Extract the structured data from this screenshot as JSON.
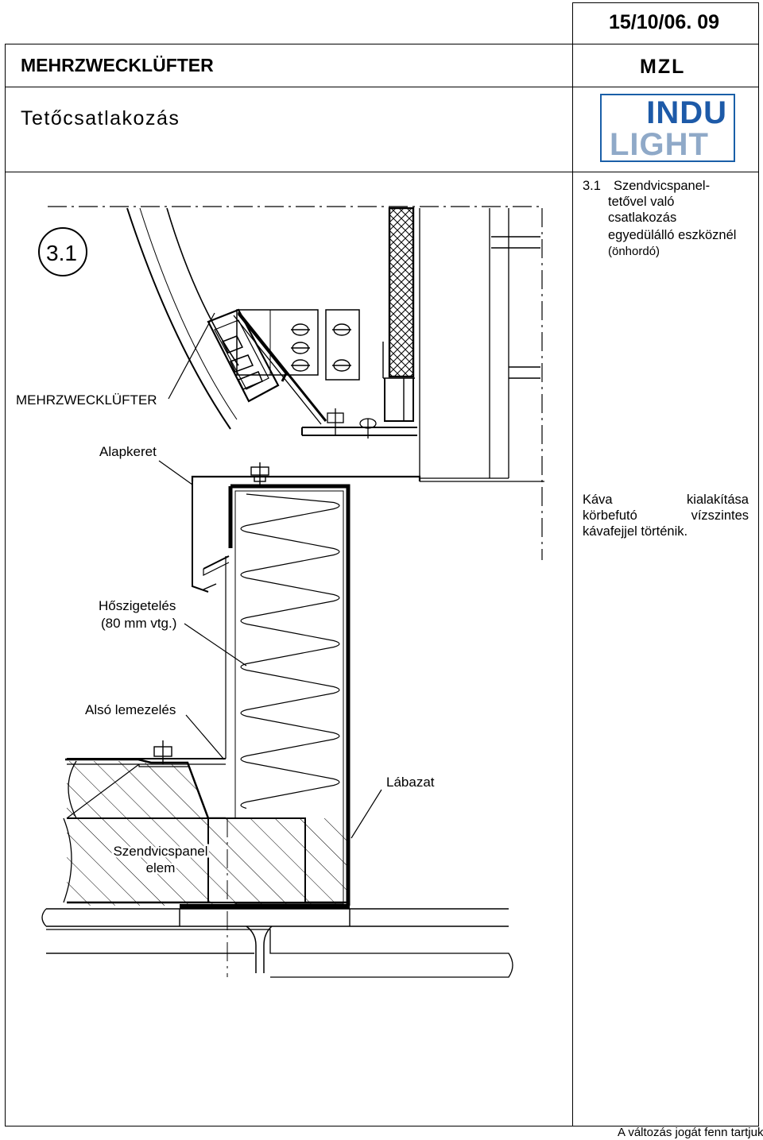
{
  "header": {
    "date_code": "15/10/06. 09",
    "product_title": "MEHRZWECKLÜFTER",
    "product_code": "MZL",
    "subtitle": "Tetőcsatlakozás",
    "logo_top": "INDU",
    "logo_bottom": "LIGHT"
  },
  "side_note": {
    "number": "3.1",
    "line1": "Szendvicspanel-",
    "line2": "tetővel való",
    "line3": "csatlakozás",
    "line4": "egyedülálló eszköznél",
    "line5": "(önhordó)"
  },
  "detail_marker": "3.1",
  "labels": {
    "mehrzwecklufter": "MEHRZWECKLÜFTER",
    "alapkeret": "Alapkeret",
    "hoszigeteles_1": "Hőszigetelés",
    "hoszigeteles_2": "(80 mm vtg.)",
    "also_lemezeles": "Alsó lemezelés",
    "labazat": "Lábazat",
    "szendvicspanel_1": "Szendvicspanel",
    "szendvicspanel_2": "elem"
  },
  "kava_note": {
    "line1_a": "Káva",
    "line1_b": "kialakítása",
    "line2_a": "körbefutó",
    "line2_b": "vízszintes",
    "line3": "kávafejjel történik."
  },
  "footer": "A változás jogát fenn tartjuk!"
}
